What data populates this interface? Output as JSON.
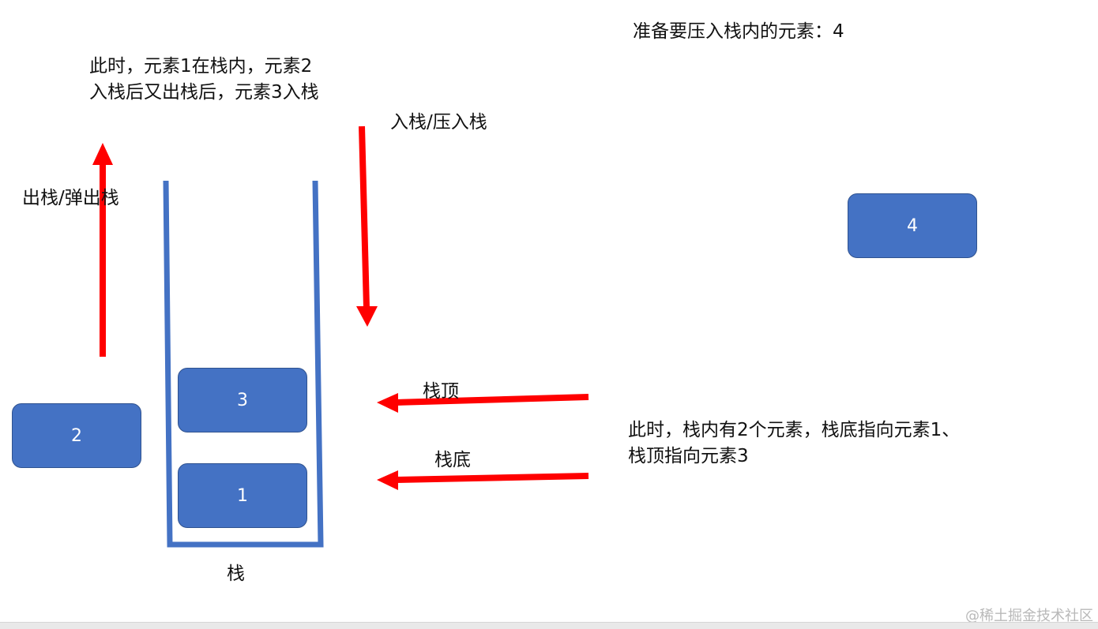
{
  "labels": {
    "state_line1": "此时，元素1在栈内，元素2",
    "state_line2": "入栈后又出栈后，元素3入栈",
    "pending": "准备要压入栈内的元素：4",
    "push": "入栈/压入栈",
    "pop": "出栈/弹出栈",
    "top": "栈顶",
    "bottom": "栈底",
    "summary_line1": "此时，栈内有2个元素，栈底指向元素1、",
    "summary_line2": "栈顶指向元素3",
    "stack": "栈"
  },
  "elements": {
    "in_stack_bottom": "1",
    "in_stack_top": "3",
    "popped": "2",
    "pending": "4"
  },
  "watermark": "@稀土掘金技术社区",
  "colors": {
    "element_fill": "#4472c4",
    "element_border": "#2f528f",
    "stack_wall": "#4472c4",
    "arrow": "#ff0000"
  }
}
